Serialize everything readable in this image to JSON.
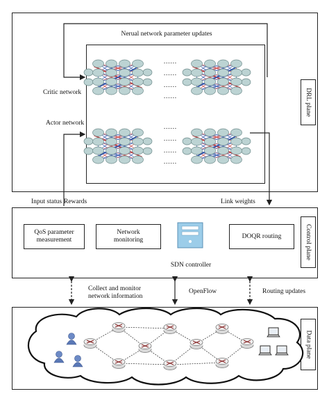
{
  "labels": {
    "nn_updates": "Nerual network parameter updates",
    "critic": "Critic network",
    "actor": "Actor network",
    "drl_plane": "DRL plane",
    "input_status": "Input status",
    "rewards": "Rewards",
    "link_weights": "Link weights",
    "control_plane": "Control plane",
    "qos_line1": "QoS parameter",
    "qos_line2": "measurement",
    "netmon_line1": "Network",
    "netmon_line2": "monitoring",
    "sdn_controller": "SDN controller",
    "doqr_routing": "DOQR routing",
    "collect_line1": "Collect and monitor",
    "collect_line2": "network information",
    "openflow": "OpenFlow",
    "routing_updates": "Routing updates",
    "data_plane": "Data plane",
    "dots": "……"
  },
  "icons": [
    "neural-net-icon",
    "sdn-controller-icon",
    "router-icon",
    "user-icon",
    "laptop-icon",
    "cloud-icon"
  ],
  "colors": {
    "net_blue": "#2b4fa8",
    "net_red": "#c23a3a",
    "node_fill": "#bcd3d3",
    "cloud_fill": "#ffffff"
  }
}
